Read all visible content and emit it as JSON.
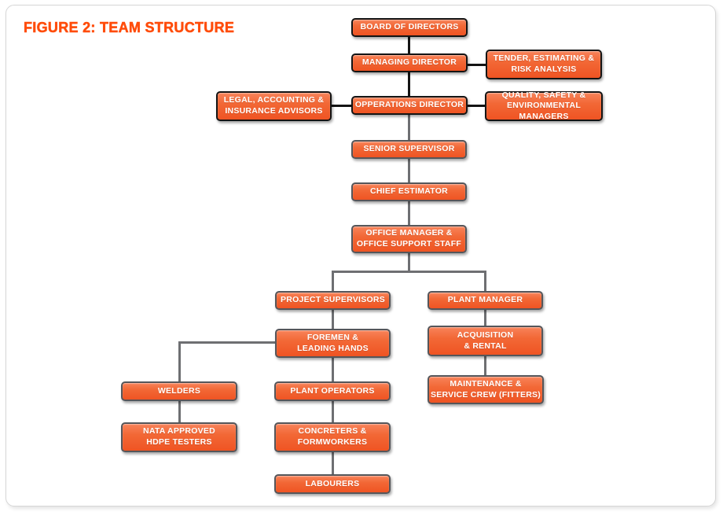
{
  "title": "FIGURE 2: TEAM STRUCTURE",
  "colors": {
    "title_orange": "#ff4c0a",
    "node_fill_top": "#f8835a",
    "node_fill_bottom": "#ef5423",
    "node_border_dark": "#141414",
    "node_border_gray": "#55565a",
    "connector_gray": "#6e6f72",
    "connector_dark": "#141414",
    "node_text": "#ffffff",
    "card_background": "#ffffff",
    "card_border": "#d6d6d6"
  },
  "nodes": {
    "board": {
      "label": "BOARD OF DIRECTORS"
    },
    "managing": {
      "label": "MANAGING DIRECTOR"
    },
    "tender": {
      "label": "TENDER, ESTIMATING &\nRISK ANALYSIS"
    },
    "legal": {
      "label": "LEGAL, ACCOUNTING &\nINSURANCE ADVISORS"
    },
    "opperations": {
      "label": "OPPERATIONS DIRECTOR"
    },
    "quality": {
      "label": "QUALITY, SAFETY &\nENVIRONMENTAL MANAGERS"
    },
    "senior": {
      "label": "SENIOR SUPERVISOR"
    },
    "chief": {
      "label": "CHIEF ESTIMATOR"
    },
    "office": {
      "label": "OFFICE MANAGER &\nOFFICE SUPPORT STAFF"
    },
    "project": {
      "label": "PROJECT SUPERVISORS"
    },
    "plant_manager": {
      "label": "PLANT MANAGER"
    },
    "foremen": {
      "label": "FOREMEN &\nLEADING HANDS"
    },
    "acquisition": {
      "label": "ACQUISITION\n& RENTAL"
    },
    "welders": {
      "label": "WELDERS"
    },
    "plant_operators": {
      "label": "PLANT OPERATORS"
    },
    "maintenance": {
      "label": "MAINTENANCE &\nSERVICE CREW (FITTERS)"
    },
    "nata": {
      "label": "NATA APPROVED\nHDPE TESTERS"
    },
    "concreters": {
      "label": "CONCRETERS &\nFORMWORKERS"
    },
    "labourers": {
      "label": "LABOURERS"
    }
  },
  "edges": [
    {
      "from": "board",
      "to": "managing"
    },
    {
      "from": "managing",
      "to": "tender"
    },
    {
      "from": "managing",
      "to": "opperations"
    },
    {
      "from": "legal",
      "to": "opperations"
    },
    {
      "from": "opperations",
      "to": "quality"
    },
    {
      "from": "opperations",
      "to": "senior"
    },
    {
      "from": "senior",
      "to": "chief"
    },
    {
      "from": "chief",
      "to": "office"
    },
    {
      "from": "office",
      "to": "project"
    },
    {
      "from": "office",
      "to": "plant_manager"
    },
    {
      "from": "project",
      "to": "foremen"
    },
    {
      "from": "plant_manager",
      "to": "acquisition"
    },
    {
      "from": "acquisition",
      "to": "maintenance"
    },
    {
      "from": "foremen",
      "to": "welders"
    },
    {
      "from": "foremen",
      "to": "plant_operators"
    },
    {
      "from": "welders",
      "to": "nata"
    },
    {
      "from": "plant_operators",
      "to": "concreters"
    },
    {
      "from": "concreters",
      "to": "labourers"
    }
  ]
}
